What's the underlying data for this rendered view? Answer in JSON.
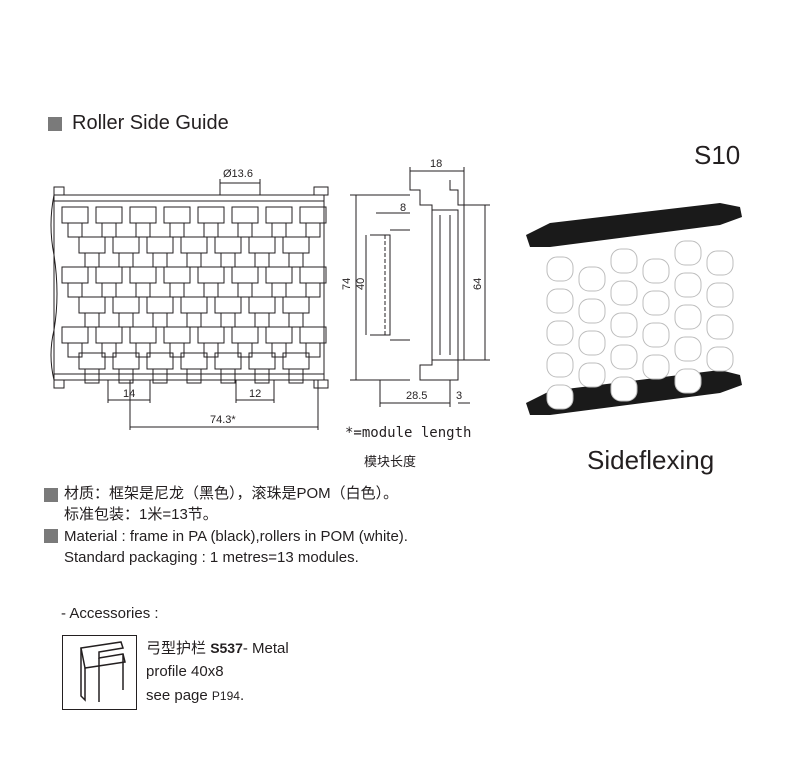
{
  "header": {
    "section_title": "Roller Side Guide",
    "product_code": "S10"
  },
  "drawing": {
    "dim_diameter": "Ø13.6",
    "dim_14": "14",
    "dim_12": "12",
    "dim_74_3": "74.3*",
    "dim_18": "18",
    "dim_8": "8",
    "dim_74": "74",
    "dim_40": "40",
    "dim_64": "64",
    "dim_28_5": "28.5",
    "dim_3": "3"
  },
  "module_note": {
    "en": "*=module length",
    "cn": "模块长度"
  },
  "photo_caption": "Sideflexing",
  "material": {
    "cn_line1": "材质：框架是尼龙（黑色），滚珠是POM（白色）。",
    "cn_line2": "标准包装：1米=13节。",
    "en_line1": "Material : frame in PA (black),rollers in POM (white).",
    "en_line2": "Standard packaging : 1 metres=13 modules."
  },
  "accessories": {
    "label": "- Accessories :",
    "line1_cn": "弓型护栏",
    "line1_code": "S537",
    "line1_rest": "- Metal",
    "line2": "profile 40x8",
    "line3_pre": "see page",
    "line3_page": "P194",
    "line3_post": "."
  },
  "colors": {
    "text": "#231f20",
    "square": "#7a7a7a",
    "roller_white": "#ffffff",
    "frame_black": "#1a1a1a"
  }
}
